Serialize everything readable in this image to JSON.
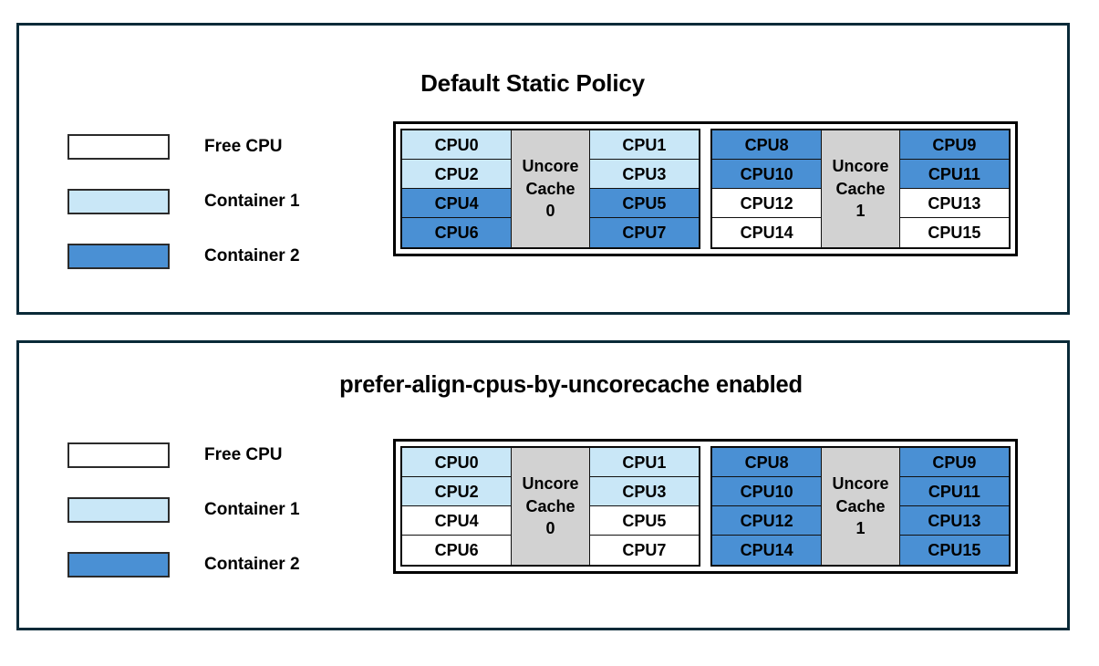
{
  "colors": {
    "free_cpu": "#ffffff",
    "container_1": "#c9e7f7",
    "container_2": "#4a90d4",
    "cache_gray": "#d2d2d2",
    "panel_border": "#0a2a38",
    "cell_border": "#111111",
    "text": "#000000"
  },
  "legend": {
    "items": [
      {
        "label": "Free CPU",
        "color": "#ffffff"
      },
      {
        "label": "Container 1",
        "color": "#c9e7f7"
      },
      {
        "label": "Container 2",
        "color": "#4a90d4"
      }
    ]
  },
  "panels": [
    {
      "id": "default-static-policy",
      "title": "Default Static Policy",
      "legend": {
        "items": [
          {
            "label": "Free CPU",
            "color": "#ffffff"
          },
          {
            "label": "Container 1",
            "color": "#c9e7f7"
          },
          {
            "label": "Container 2",
            "color": "#4a90d4"
          }
        ]
      },
      "diagram": {
        "groups": [
          {
            "cache_label_line1": "Uncore",
            "cache_label_line2": "Cache",
            "cache_label_line3": "0",
            "left_column": [
              {
                "label": "CPU0",
                "color": "#c9e7f7",
                "owner": "Container 1"
              },
              {
                "label": "CPU2",
                "color": "#c9e7f7",
                "owner": "Container 1"
              },
              {
                "label": "CPU4",
                "color": "#4a90d4",
                "owner": "Container 2"
              },
              {
                "label": "CPU6",
                "color": "#4a90d4",
                "owner": "Container 2"
              }
            ],
            "right_column": [
              {
                "label": "CPU1",
                "color": "#c9e7f7",
                "owner": "Container 1"
              },
              {
                "label": "CPU3",
                "color": "#c9e7f7",
                "owner": "Container 1"
              },
              {
                "label": "CPU5",
                "color": "#4a90d4",
                "owner": "Container 2"
              },
              {
                "label": "CPU7",
                "color": "#4a90d4",
                "owner": "Container 2"
              }
            ]
          },
          {
            "cache_label_line1": "Uncore",
            "cache_label_line2": "Cache",
            "cache_label_line3": "1",
            "left_column": [
              {
                "label": "CPU8",
                "color": "#4a90d4",
                "owner": "Container 2"
              },
              {
                "label": "CPU10",
                "color": "#4a90d4",
                "owner": "Container 2"
              },
              {
                "label": "CPU12",
                "color": "#ffffff",
                "owner": "Free CPU"
              },
              {
                "label": "CPU14",
                "color": "#ffffff",
                "owner": "Free CPU"
              }
            ],
            "right_column": [
              {
                "label": "CPU9",
                "color": "#4a90d4",
                "owner": "Container 2"
              },
              {
                "label": "CPU11",
                "color": "#4a90d4",
                "owner": "Container 2"
              },
              {
                "label": "CPU13",
                "color": "#ffffff",
                "owner": "Free CPU"
              },
              {
                "label": "CPU15",
                "color": "#ffffff",
                "owner": "Free CPU"
              }
            ]
          }
        ]
      }
    },
    {
      "id": "prefer-align-cpus-by-uncorecache",
      "title": "prefer-align-cpus-by-uncorecache enabled",
      "legend": {
        "items": [
          {
            "label": "Free CPU",
            "color": "#ffffff"
          },
          {
            "label": "Container 1",
            "color": "#c9e7f7"
          },
          {
            "label": "Container 2",
            "color": "#4a90d4"
          }
        ]
      },
      "diagram": {
        "groups": [
          {
            "cache_label_line1": "Uncore",
            "cache_label_line2": "Cache",
            "cache_label_line3": "0",
            "left_column": [
              {
                "label": "CPU0",
                "color": "#c9e7f7",
                "owner": "Container 1"
              },
              {
                "label": "CPU2",
                "color": "#c9e7f7",
                "owner": "Container 1"
              },
              {
                "label": "CPU4",
                "color": "#ffffff",
                "owner": "Free CPU"
              },
              {
                "label": "CPU6",
                "color": "#ffffff",
                "owner": "Free CPU"
              }
            ],
            "right_column": [
              {
                "label": "CPU1",
                "color": "#c9e7f7",
                "owner": "Container 1"
              },
              {
                "label": "CPU3",
                "color": "#c9e7f7",
                "owner": "Container 1"
              },
              {
                "label": "CPU5",
                "color": "#ffffff",
                "owner": "Free CPU"
              },
              {
                "label": "CPU7",
                "color": "#ffffff",
                "owner": "Free CPU"
              }
            ]
          },
          {
            "cache_label_line1": "Uncore",
            "cache_label_line2": "Cache",
            "cache_label_line3": "1",
            "left_column": [
              {
                "label": "CPU8",
                "color": "#4a90d4",
                "owner": "Container 2"
              },
              {
                "label": "CPU10",
                "color": "#4a90d4",
                "owner": "Container 2"
              },
              {
                "label": "CPU12",
                "color": "#4a90d4",
                "owner": "Container 2"
              },
              {
                "label": "CPU14",
                "color": "#4a90d4",
                "owner": "Container 2"
              }
            ],
            "right_column": [
              {
                "label": "CPU9",
                "color": "#4a90d4",
                "owner": "Container 2"
              },
              {
                "label": "CPU11",
                "color": "#4a90d4",
                "owner": "Container 2"
              },
              {
                "label": "CPU13",
                "color": "#4a90d4",
                "owner": "Container 2"
              },
              {
                "label": "CPU15",
                "color": "#4a90d4",
                "owner": "Container 2"
              }
            ]
          }
        ]
      }
    }
  ]
}
